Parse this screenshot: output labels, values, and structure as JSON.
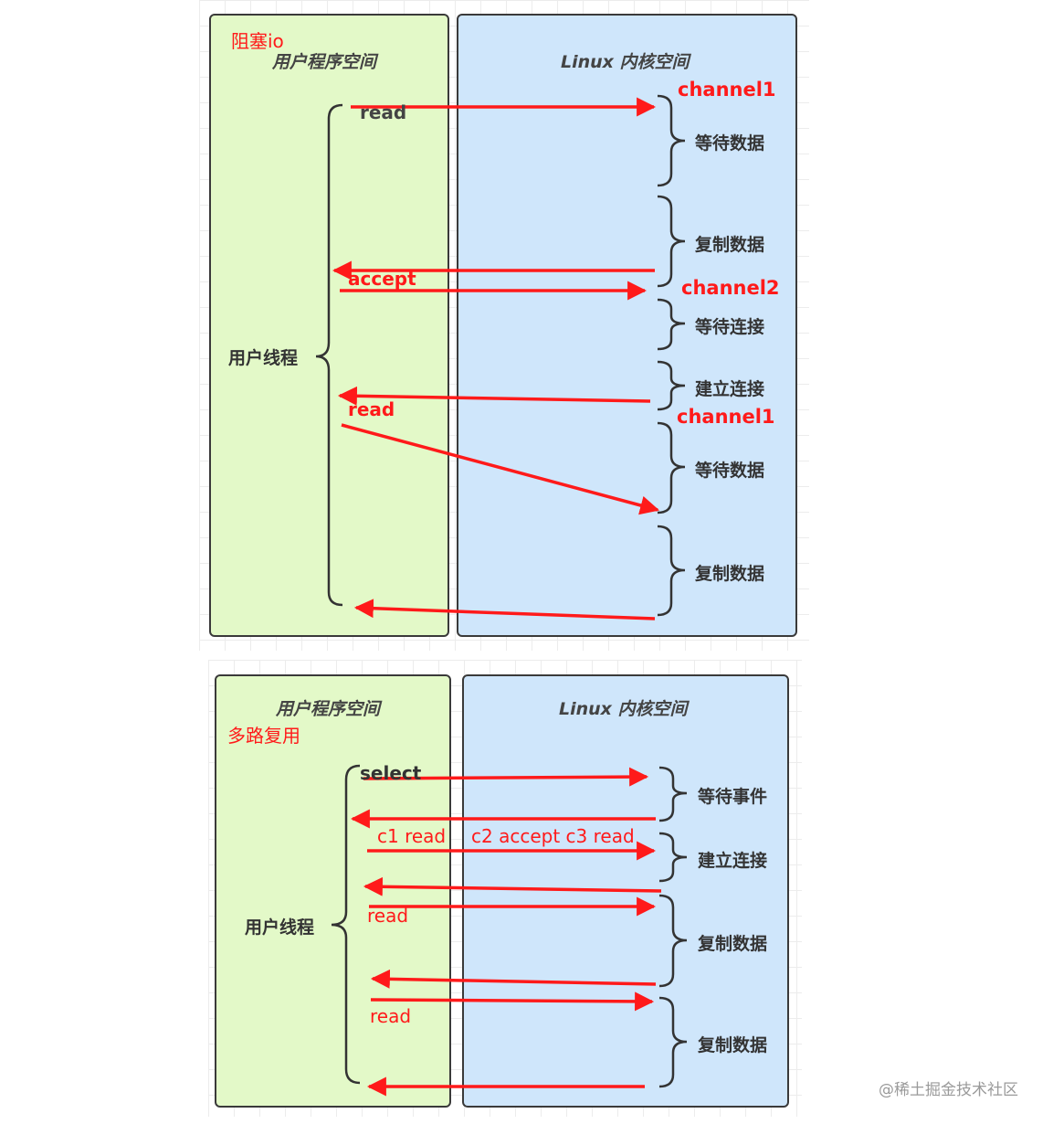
{
  "top": {
    "mode_label": "阻塞io",
    "user_title": "用户程序空间",
    "kernel_title": "Linux 内核空间",
    "thread_label": "用户线程",
    "ops": [
      "read",
      "accept",
      "read"
    ],
    "channels": [
      "channel1",
      "channel2",
      "channel1"
    ],
    "stages": [
      "等待数据",
      "复制数据",
      "等待连接",
      "建立连接",
      "等待数据",
      "复制数据"
    ]
  },
  "bottom": {
    "mode_label": "多路复用",
    "user_title": "用户程序空间",
    "kernel_title": "Linux 内核空间",
    "thread_label": "用户线程",
    "ops": [
      "select",
      "c1 read",
      "c2 accept c3 read",
      "read",
      "read"
    ],
    "stages": [
      "等待事件",
      "建立连接",
      "复制数据",
      "复制数据"
    ]
  },
  "watermark": "@稀土掘金技术社区",
  "colors": {
    "user_bg": "#e3f9c8",
    "kernel_bg": "#cfe6fb",
    "arrow": "#ff1a1a",
    "label_red": "#ff1a1a"
  }
}
